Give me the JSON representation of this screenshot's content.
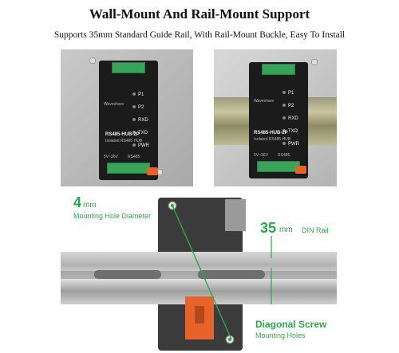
{
  "header": {
    "title": "Wall-Mount And Rail-Mount Support",
    "subtitle": "Supports 35mm Standard Guide Rail, With Rail-Mount Buckle, Easy To Install"
  },
  "device": {
    "model": "RS485-HUB-2P",
    "description": "Isolated RS485 HUB",
    "brand": "Waveshare",
    "indicators": [
      "P1",
      "P2",
      "RXD",
      "TXD",
      "PWR"
    ],
    "power_label": "5V~36V",
    "port_label": "RS485"
  },
  "dimensions": {
    "hole": {
      "value": "4",
      "unit": "mm",
      "label": "Mounting Hole Diameter"
    },
    "rail": {
      "value": "35",
      "unit": "mm",
      "label": "DIN Rail"
    }
  },
  "callout": {
    "title": "Diagonal Screw",
    "label": "Mounting Holes"
  },
  "colors": {
    "accent": "#2da84a",
    "device_body": "#1b1b1b",
    "terminal": "#3aa35a",
    "buckle": "#e8622c"
  }
}
